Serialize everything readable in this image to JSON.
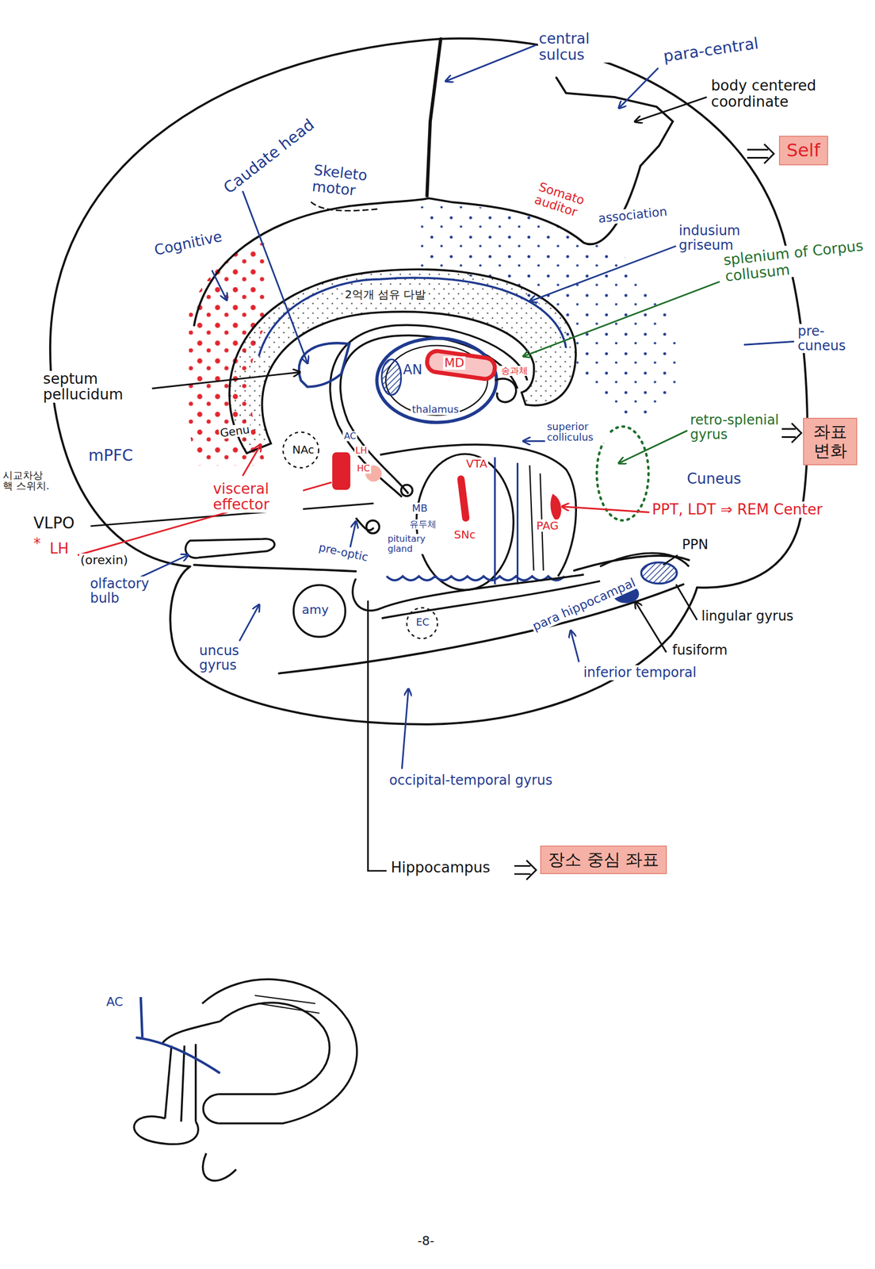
{
  "diagram": {
    "nodes": [
      {
        "text": [
          "Self"
        ]
      },
      {
        "text": [
          "좌표 변화"
        ]
      },
      {
        "text": [
          "장소 중심 좌표"
        ]
      }
    ],
    "labels": [
      "central sulcus",
      "para-central",
      "body centered coordinate",
      "Caudate head",
      "Skeleto motor",
      "Cognitive",
      "Somato auditor",
      "association",
      "indusium griseum",
      "splenium of Corpus collusum",
      "pre-cuneus",
      "2억개 섬유 다발",
      "septum pellucidum",
      "Genu",
      "NAc",
      "mPFC",
      "AN",
      "MD",
      "thalamus",
      "송과체",
      "superior colliculus",
      "retro-splenial gyrus",
      "Cuneus",
      "AC",
      "LH",
      "HC",
      "VTA",
      "SNc",
      "PAG",
      "MB",
      "유두체",
      "PPT, LDT ⇒ REM Center",
      "visceral effector",
      "시교차상핵 스위치.",
      "VLPO",
      "*",
      "LH",
      "(orexin)",
      "pre-optic",
      "pituitary gland",
      "olfactory bulb",
      "amy",
      "EC",
      "para hippocampal",
      "PPN",
      "lingular gyrus",
      "fusiform",
      "uncus gyrus",
      "inferior temporal",
      "occipital-temporal gyrus",
      "Hippocampus",
      "AC",
      "-8-"
    ]
  }
}
